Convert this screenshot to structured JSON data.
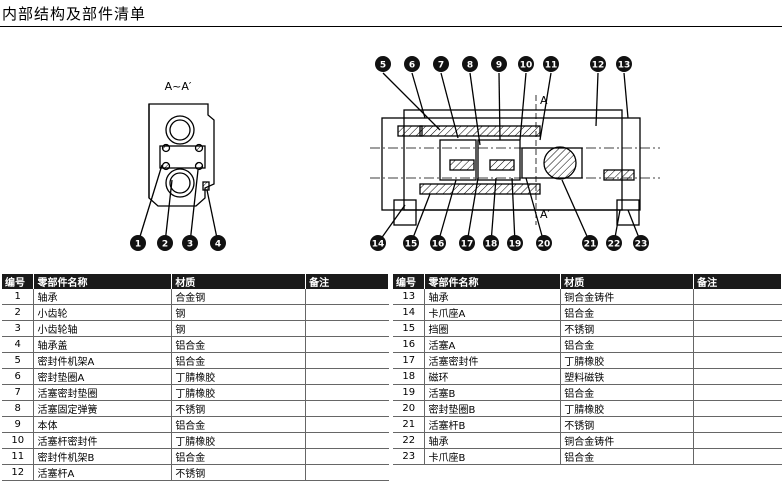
{
  "title": "内部结构及部件清单",
  "section_label": "A~A′",
  "marker_a": "A",
  "marker_a_prime": "A′",
  "callouts": [
    "1",
    "2",
    "3",
    "4",
    "5",
    "6",
    "7",
    "8",
    "9",
    "10",
    "11",
    "12",
    "13",
    "14",
    "15",
    "16",
    "17",
    "18",
    "19",
    "20",
    "21",
    "22",
    "23"
  ],
  "table": {
    "headers": {
      "no": "编号",
      "name": "零部件名称",
      "material": "材质",
      "note": "备注"
    },
    "left": [
      {
        "no": "1",
        "name": "轴承",
        "material": "合金钢",
        "note": ""
      },
      {
        "no": "2",
        "name": "小齿轮",
        "material": "钢",
        "note": ""
      },
      {
        "no": "3",
        "name": "小齿轮轴",
        "material": "钢",
        "note": ""
      },
      {
        "no": "4",
        "name": "轴承盖",
        "material": "铝合金",
        "note": ""
      },
      {
        "no": "5",
        "name": "密封件机架A",
        "material": "铝合金",
        "note": ""
      },
      {
        "no": "6",
        "name": "密封垫圈A",
        "material": "丁腈橡胶",
        "note": ""
      },
      {
        "no": "7",
        "name": "活塞密封垫圈",
        "material": "丁腈橡胶",
        "note": ""
      },
      {
        "no": "8",
        "name": "活塞固定弹簧",
        "material": "不锈钢",
        "note": ""
      },
      {
        "no": "9",
        "name": "本体",
        "material": "铝合金",
        "note": ""
      },
      {
        "no": "10",
        "name": "活塞杆密封件",
        "material": "丁腈橡胶",
        "note": ""
      },
      {
        "no": "11",
        "name": "密封件机架B",
        "material": "铝合金",
        "note": ""
      },
      {
        "no": "12",
        "name": "活塞杆A",
        "material": "不锈钢",
        "note": ""
      }
    ],
    "right": [
      {
        "no": "13",
        "name": "轴承",
        "material": "铜合金铸件",
        "note": ""
      },
      {
        "no": "14",
        "name": "卡爪座A",
        "material": "铝合金",
        "note": ""
      },
      {
        "no": "15",
        "name": "挡圈",
        "material": "不锈钢",
        "note": ""
      },
      {
        "no": "16",
        "name": "活塞A",
        "material": "铝合金",
        "note": ""
      },
      {
        "no": "17",
        "name": "活塞密封件",
        "material": "丁腈橡胶",
        "note": ""
      },
      {
        "no": "18",
        "name": "磁环",
        "material": "塑料磁铁",
        "note": ""
      },
      {
        "no": "19",
        "name": "活塞B",
        "material": "铝合金",
        "note": ""
      },
      {
        "no": "20",
        "name": "密封垫圈B",
        "material": "丁腈橡胶",
        "note": ""
      },
      {
        "no": "21",
        "name": "活塞杆B",
        "material": "不锈钢",
        "note": ""
      },
      {
        "no": "22",
        "name": "轴承",
        "material": "铜合金铸件",
        "note": ""
      },
      {
        "no": "23",
        "name": "卡爪座B",
        "material": "铝合金",
        "note": ""
      }
    ]
  }
}
